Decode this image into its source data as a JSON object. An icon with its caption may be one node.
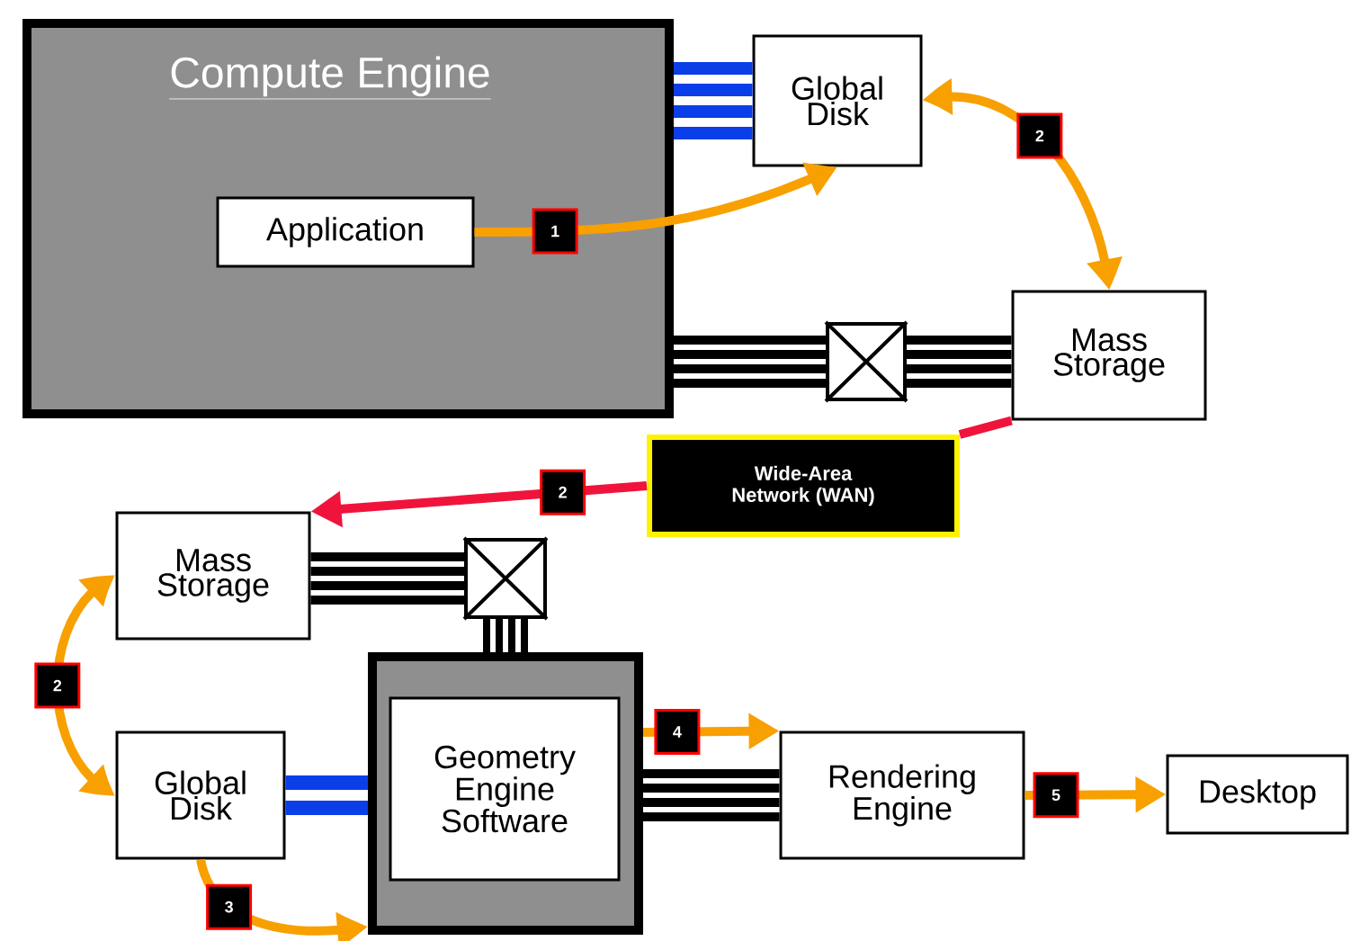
{
  "diagram": {
    "nodes": [
      {
        "text": [
          "Compute Engine"
        ]
      },
      {
        "text": [
          "Application"
        ],
        "in": 0
      },
      {
        "text": [
          "Global Disk"
        ]
      },
      {
        "text": [],
        "shape": "box"
      },
      {
        "text": [
          "Mass Storage"
        ]
      },
      {
        "text": [
          "Wide-Area Network (WAN)"
        ]
      },
      {
        "text": [
          "Mass Storage"
        ]
      },
      {
        "text": [],
        "shape": "box"
      },
      {
        "text": [],
        "shape": "box"
      },
      {
        "text": [
          "Geometry Engine Software"
        ],
        "in": 8
      },
      {
        "text": [
          "Global Disk"
        ]
      },
      {
        "text": [
          "Rendering Engine"
        ]
      },
      {
        "text": [
          "Desktop"
        ]
      }
    ],
    "edges": [
      {
        "from": 0,
        "to": 2,
        "arrow": "none",
        "style": "thick",
        "color": "#0a3ee8"
      },
      {
        "from": 1,
        "to": 2,
        "arrow": "to",
        "label": "1",
        "color": "#f7a000"
      },
      {
        "from": 2,
        "to": 4,
        "arrow": "both",
        "label": "2",
        "color": "#f7a000"
      },
      {
        "from": 0,
        "to": 3,
        "arrow": "none",
        "style": "thick",
        "color": "#000000"
      },
      {
        "from": 3,
        "to": 4,
        "arrow": "none",
        "style": "thick",
        "color": "#000000"
      },
      {
        "from": 4,
        "to": 5,
        "arrow": "none",
        "color": "#f0143c"
      },
      {
        "from": 5,
        "to": 6,
        "arrow": "to",
        "label": "2",
        "color": "#f0143c"
      },
      {
        "from": 6,
        "to": 7,
        "arrow": "none",
        "style": "thick",
        "color": "#000000"
      },
      {
        "from": 7,
        "to": 8,
        "arrow": "none",
        "style": "thick",
        "color": "#000000"
      },
      {
        "from": 6,
        "to": 10,
        "arrow": "both",
        "label": "2",
        "color": "#f7a000"
      },
      {
        "from": 10,
        "to": 8,
        "arrow": "none",
        "style": "thick",
        "color": "#0a3ee8"
      },
      {
        "from": 10,
        "to": 8,
        "arrow": "to",
        "label": "3",
        "color": "#f7a000"
      },
      {
        "from": 8,
        "to": 11,
        "arrow": "to",
        "label": "4",
        "color": "#f7a000"
      },
      {
        "from": 8,
        "to": 11,
        "arrow": "none",
        "style": "thick",
        "color": "#000000"
      },
      {
        "from": 11,
        "to": 12,
        "arrow": "to",
        "label": "5",
        "color": "#f7a000"
      }
    ]
  }
}
